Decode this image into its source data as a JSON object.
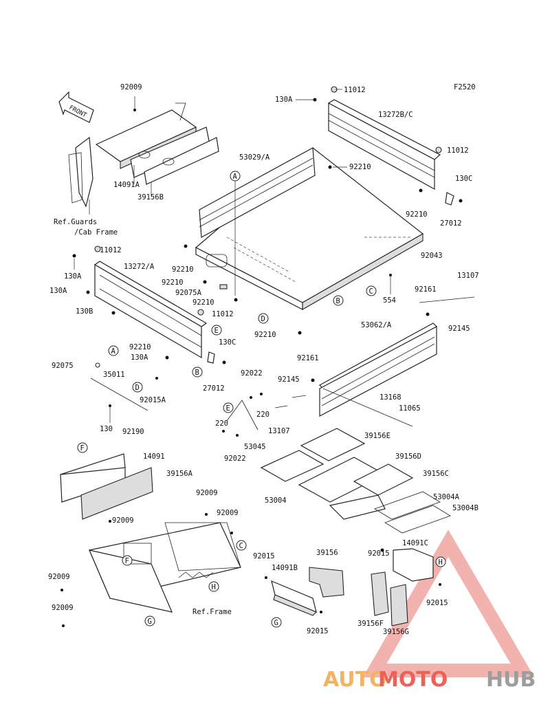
{
  "figure_code": "F2520",
  "front_label": "FRONT",
  "watermark": {
    "part1": "AUTO",
    "part2": "MOTO",
    "part3": "HUB"
  },
  "colors": {
    "watermark_orange": "#f0a64a",
    "watermark_red": "#e64a3c",
    "watermark_gray": "#8c8c8c"
  },
  "labels": {
    "l92009_top": "92009",
    "l14091A": "14091A",
    "l39156B": "39156B",
    "ref_guards_1": "Ref.Guards",
    "ref_guards_2": "/Cab Frame",
    "l130A_top": "130A",
    "l11012_top": "11012",
    "l13272BC": "13272B/C",
    "l11012_right": "11012",
    "l53029A": "53029/A",
    "l92210_a": "92210",
    "l130C_top": "130C",
    "l92210_b": "92210",
    "l27012_top": "27012",
    "l11012_left": "11012",
    "l13272A": "13272/A",
    "l130A_l1": "130A",
    "l130A_l2": "130A",
    "l130B": "130B",
    "l92210_c": "92210",
    "l92210_d": "92210",
    "l92075A": "92075A",
    "l92210_e": "92210",
    "l11012_mid": "11012",
    "l92043": "92043",
    "l13107_top": "13107",
    "l554": "554",
    "l92161_top": "92161",
    "l92145_top": "92145",
    "l92210_f": "92210",
    "l53062A": "53062/A",
    "l92210_g": "92210",
    "l130C_mid": "130C",
    "l130A_mid": "130A",
    "l27012_mid": "27012",
    "l92075": "92075",
    "l35011": "35011",
    "l92015A": "92015A",
    "l130": "130",
    "l92190": "92190",
    "l92022_a": "92022",
    "l92161_mid": "92161",
    "l92145_mid": "92145",
    "l220_a": "220",
    "l220_b": "220",
    "l13107_mid": "13107",
    "l53045": "53045",
    "l92022_b": "92022",
    "l13168": "13168",
    "l11065": "11065",
    "l39156E": "39156E",
    "l39156D": "39156D",
    "l39156C": "39156C",
    "l53004": "53004",
    "l53004A": "53004A",
    "l53004B": "53004B",
    "l14091": "14091",
    "l39156A": "39156A",
    "l92009_a": "92009",
    "l92009_b": "92009",
    "l92009_c": "92009",
    "l92009_d": "92009",
    "l92009_e": "92009",
    "ref_frame": "Ref.Frame",
    "l92015_a": "92015",
    "l14091B": "14091B",
    "l39156": "39156",
    "l92015_b": "92015",
    "l92015_c": "92015",
    "l14091C": "14091C",
    "l92015_d": "92015",
    "l39156F": "39156F",
    "l39156G": "39156G"
  },
  "callouts": {
    "A_top": "A",
    "A_left": "A",
    "B_right": "B",
    "B_mid": "B",
    "C_right": "C",
    "C_frame": "C",
    "D_top": "D",
    "D_mid": "D",
    "E_mid": "E",
    "E_low": "E",
    "F_top": "F",
    "F_frame": "F",
    "G_frame": "G",
    "G_part": "G",
    "H_frame": "H",
    "H_part": "H"
  }
}
